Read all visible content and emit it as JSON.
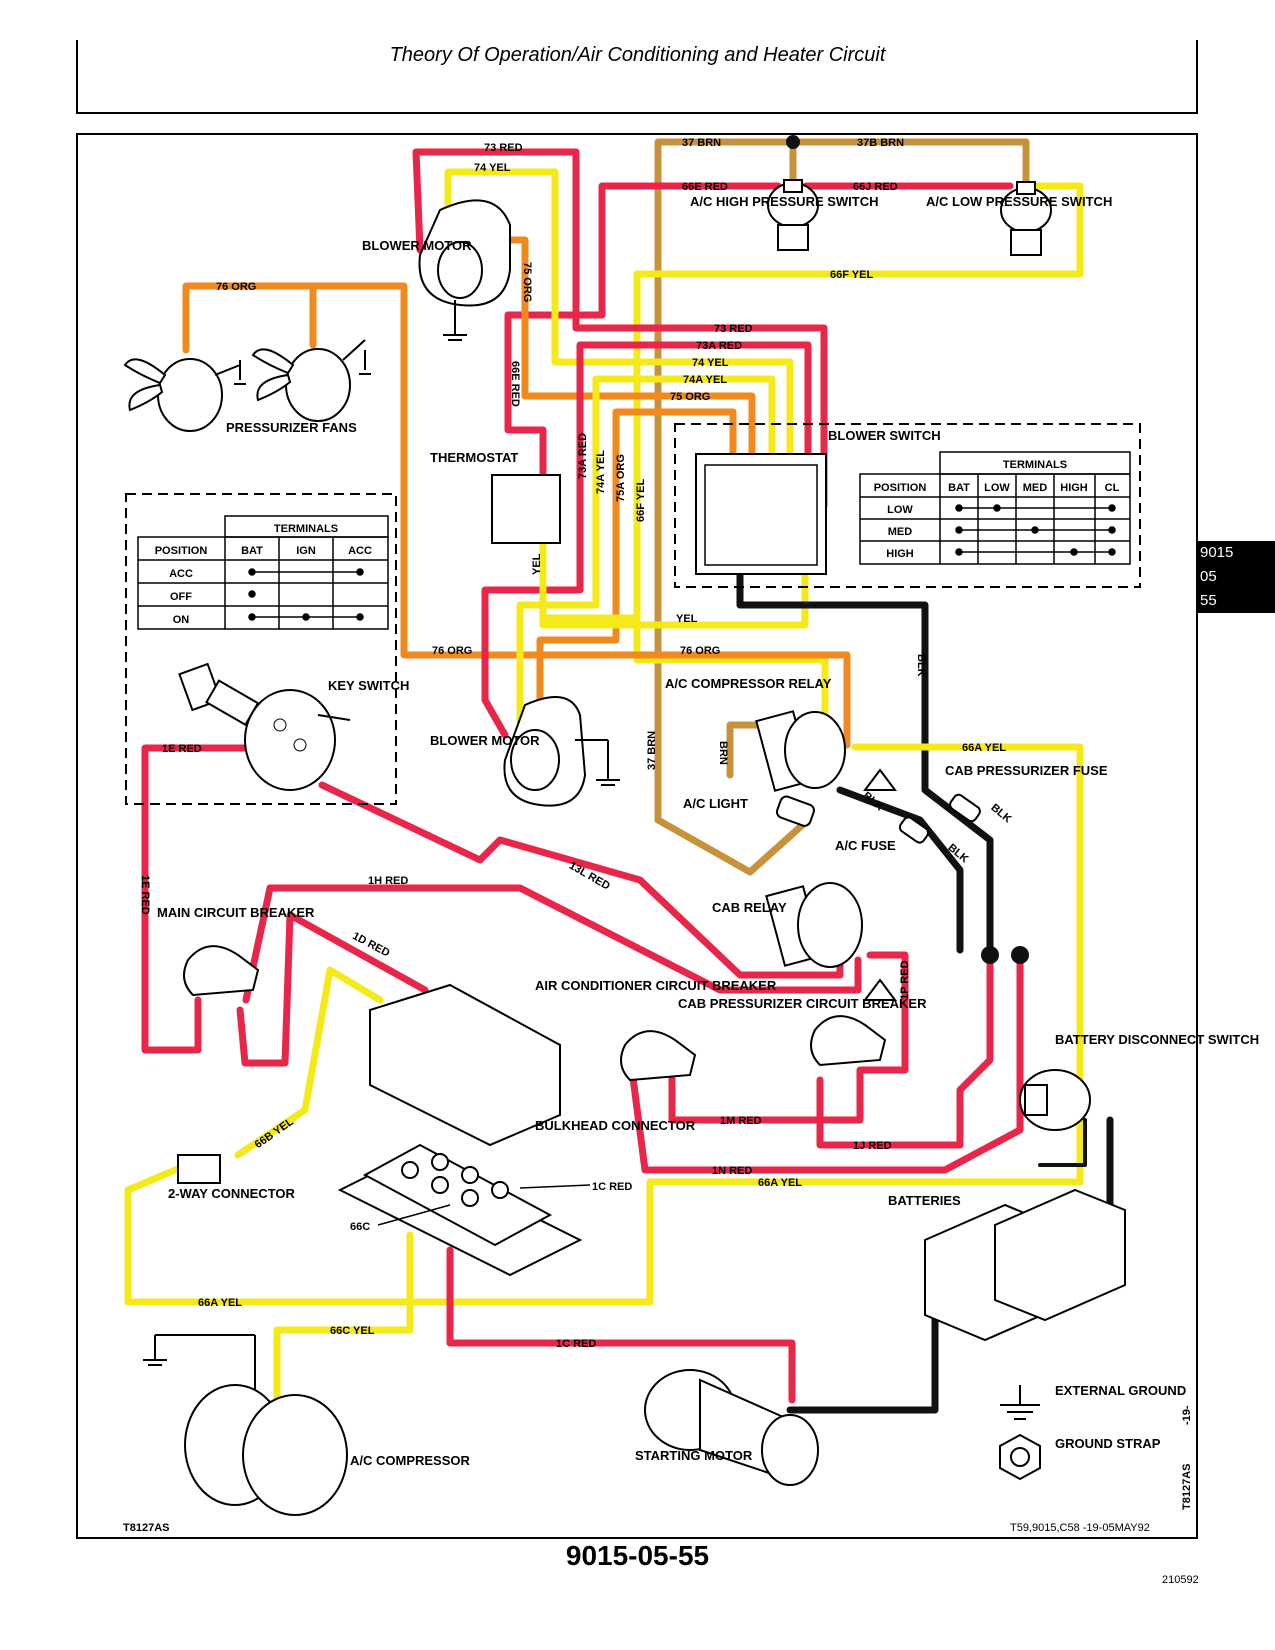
{
  "header": {
    "title": "Theory Of Operation/Air Conditioning and Heater Circuit"
  },
  "side_tab": {
    "line1": "9015",
    "line2": "05",
    "line3": "55"
  },
  "footer": {
    "page_number": "9015-05-55",
    "doc_code": "210592",
    "fig_id_left": "T8127AS",
    "fig_ref": "T59,9015,C58     -19-05MAY92",
    "fig_id_vertical": "T8127AS",
    "fig_seq": "-19-"
  },
  "colors": {
    "red": "#e8264a",
    "yellow": "#f5ea19",
    "orange": "#f08a1e",
    "brown": "#c8923c",
    "black": "#111111"
  },
  "components": {
    "blower_motor_top": "BLOWER MOTOR",
    "blower_motor_bottom": "BLOWER MOTOR",
    "ac_high_switch": "A/C HIGH PRESSURE SWITCH",
    "ac_low_switch": "A/C LOW PRESSURE SWITCH",
    "pressurizer_fans": "PRESSURIZER FANS",
    "thermostat": "THERMOSTAT",
    "blower_switch": "BLOWER SWITCH",
    "key_switch": "KEY SWITCH",
    "ac_compressor_relay": "A/C COMPRESSOR RELAY",
    "cab_pressurizer_fuse": "CAB PRESSURIZER FUSE",
    "ac_light": "A/C LIGHT",
    "ac_fuse": "A/C FUSE",
    "main_circuit_breaker": "MAIN CIRCUIT BREAKER",
    "cab_relay": "CAB RELAY",
    "ac_circuit_breaker": "AIR CONDITIONER CIRCUIT BREAKER",
    "cab_pressurizer_breaker": "CAB PRESSURIZER CIRCUIT BREAKER",
    "battery_disconnect": "BATTERY DISCONNECT SWITCH",
    "bulkhead_connector": "BULKHEAD CONNECTOR",
    "two_way_connector": "2-WAY CONNECTOR",
    "batteries": "BATTERIES",
    "ac_compressor": "A/C COMPRESSOR",
    "starting_motor": "STARTING MOTOR",
    "external_ground": "EXTERNAL GROUND",
    "ground_strap": "GROUND STRAP"
  },
  "wires": {
    "w73red": "73 RED",
    "w74yel": "74 YEL",
    "w37brn": "37 BRN",
    "w37bbrn": "37B BRN",
    "w66ered": "66E RED",
    "w66jred": "66J RED",
    "w66fyel": "66F YEL",
    "w75org": "75 ORG",
    "w76org_top": "76 ORG",
    "w73red_b": "73 RED",
    "w73ared": "73A RED",
    "w74yel_b": "74 YEL",
    "w74ayel": "74A YEL",
    "w75org_b": "75 ORG",
    "w66ered_v": "66E RED",
    "w73ared_v": "73A RED",
    "w74ayel_v": "74A YEL",
    "w75aorg_v": "75A ORG",
    "w66fyel_v": "66F YEL",
    "wyel_v": "YEL",
    "wyel_h": "YEL",
    "w76org_mid": "76 ORG",
    "w76org_left": "76 ORG",
    "wblk_v": "BLK",
    "w1ered": "1E RED",
    "w37brn_v": "37 BRN",
    "wbrn_v": "BRN",
    "w66ayel_top": "66A YEL",
    "wblk1": "BLK",
    "wblk2": "BLK",
    "wblk3": "BLK",
    "w1ered_v": "1E RED",
    "w1hred": "1H RED",
    "w13lred": "13L RED",
    "w1dred": "1D RED",
    "w1pred": "1P RED",
    "w66byel": "66B YEL",
    "w1mred": "1M RED",
    "w1jred": "1J RED",
    "w1nred": "1N RED",
    "w1cred": "1C RED",
    "w66c": "66C",
    "w66ayel_mid": "66A YEL",
    "w66ayel_bottom": "66A YEL",
    "w66cyel": "66C YEL",
    "w1cred_bottom": "1C RED"
  },
  "key_switch_table": {
    "header": "TERMINALS",
    "columns": [
      "POSITION",
      "BAT",
      "IGN",
      "ACC"
    ],
    "rows": [
      "ACC",
      "OFF",
      "ON"
    ]
  },
  "blower_switch_table": {
    "header": "TERMINALS",
    "columns": [
      "POSITION",
      "BAT",
      "LOW",
      "MED",
      "HIGH",
      "CL"
    ],
    "rows": [
      "LOW",
      "MED",
      "HIGH"
    ]
  }
}
